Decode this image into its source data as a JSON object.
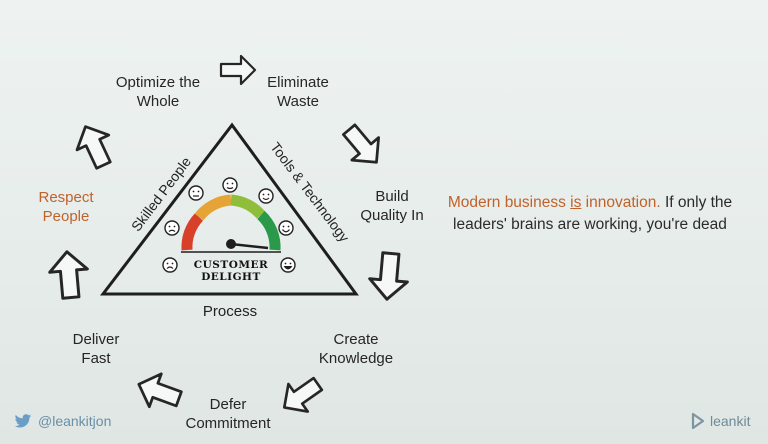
{
  "cycle": {
    "optimize_whole": [
      "Optimize the",
      "Whole"
    ],
    "eliminate_waste": [
      "Eliminate",
      "Waste"
    ],
    "build_quality": [
      "Build",
      "Quality In"
    ],
    "create_knowledge": [
      "Create",
      "Knowledge"
    ],
    "defer_commitment": [
      "Defer",
      "Commitment"
    ],
    "deliver_fast": [
      "Deliver",
      "Fast"
    ],
    "respect_people": [
      "Respect",
      "People"
    ]
  },
  "triangle": {
    "left_side": "Skilled People",
    "right_side": "Tools & Technology",
    "bottom_side": "Process",
    "gauge_label": [
      "CUSTOMER",
      "DELIGHT"
    ]
  },
  "quote": {
    "part1": "Modern business ",
    "emphasis": "is",
    "part2": " innovation.",
    "part3": " If only the leaders' brains are working, you're dead"
  },
  "footer": {
    "twitter_handle": "@leankitjon",
    "brand": "leankit"
  },
  "colors": {
    "accent": "#c0622b",
    "gauge": [
      "#d8402a",
      "#e7a436",
      "#8fbf3a",
      "#2a9a4a"
    ]
  },
  "icons": [
    "twitter-icon",
    "leankit-logo-icon",
    "arrow-icon",
    "smiley-icon"
  ]
}
